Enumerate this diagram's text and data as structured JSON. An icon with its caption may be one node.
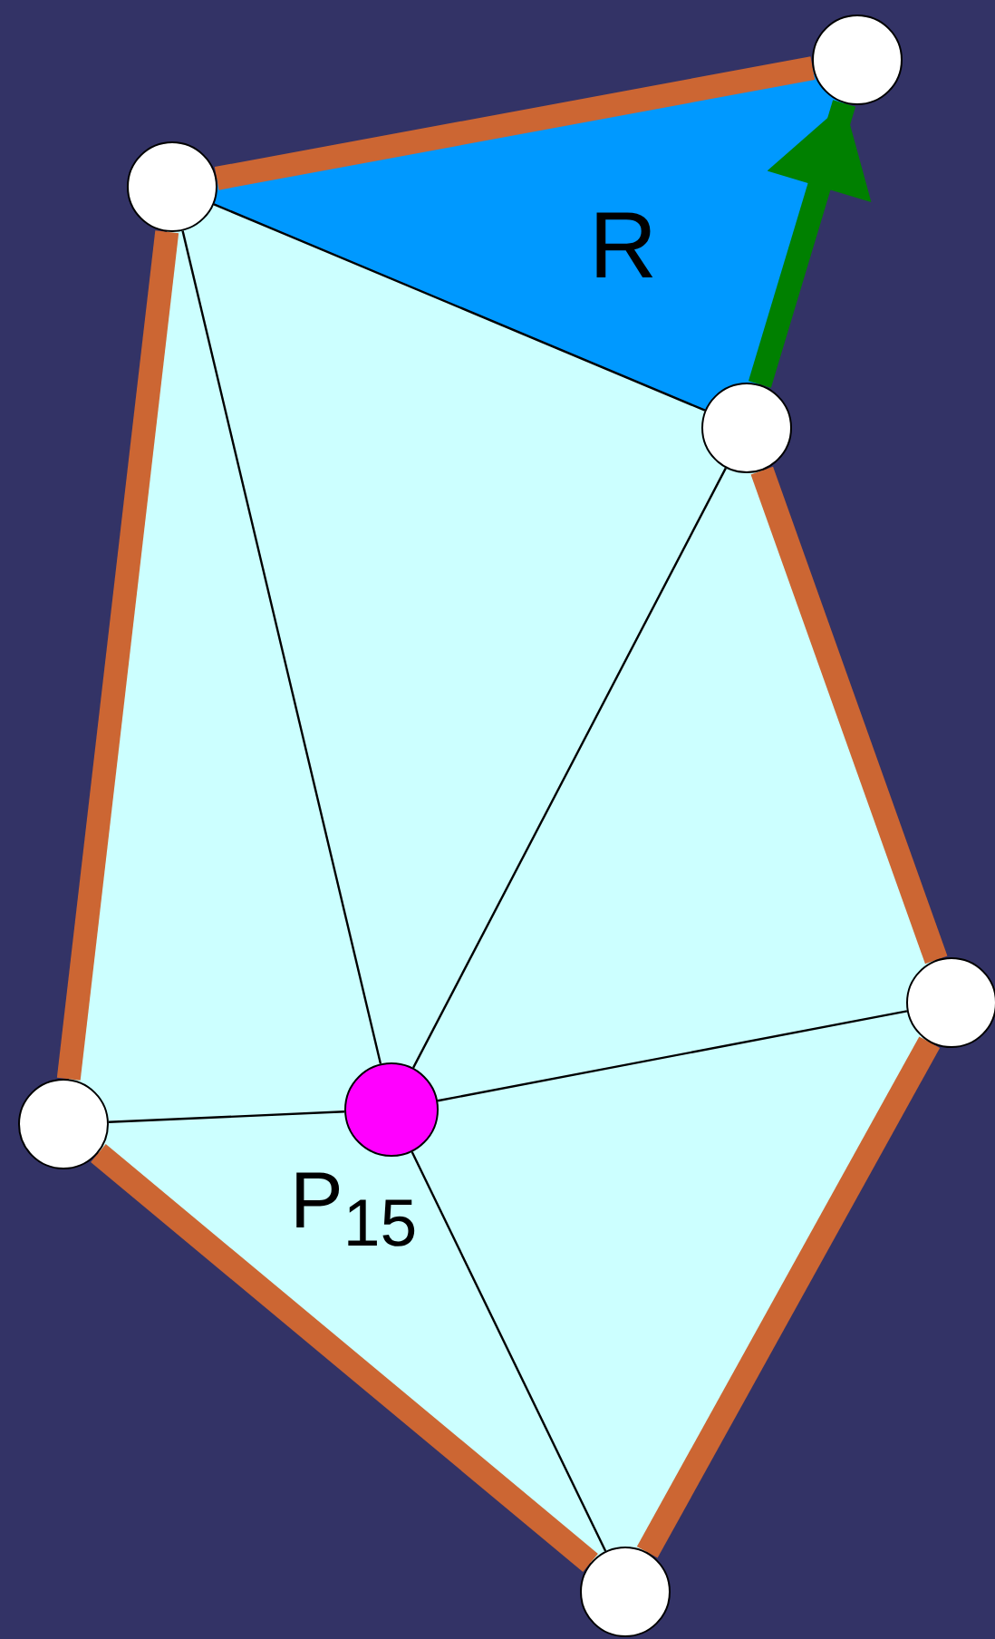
{
  "diagram": {
    "nodes": [
      {
        "text": [],
        "shape": "circle"
      },
      {
        "text": [],
        "shape": "circle"
      },
      {
        "text": [
          "R"
        ]
      },
      {
        "text": [],
        "shape": "circle"
      },
      {
        "text": [],
        "shape": "circle"
      },
      {
        "text": [],
        "shape": "circle"
      },
      {
        "text": [],
        "shape": "circle",
        "beside": [
          "P$_{15}$"
        ]
      },
      {
        "text": [],
        "shape": "circle"
      }
    ],
    "edges": [
      {
        "from": 1,
        "to": 0,
        "arrow": "none",
        "style": "thick",
        "color": "#cc6633"
      },
      {
        "from": 3,
        "to": 4,
        "arrow": "none",
        "style": "thick",
        "color": "#cc6633"
      },
      {
        "from": 4,
        "to": 7,
        "arrow": "none",
        "style": "thick",
        "color": "#cc6633"
      },
      {
        "from": 7,
        "to": 5,
        "arrow": "none",
        "style": "thick",
        "color": "#cc6633"
      },
      {
        "from": 5,
        "to": 1,
        "arrow": "none",
        "style": "thick",
        "color": "#cc6633"
      },
      {
        "from": 3,
        "to": 0,
        "arrow": "to",
        "style": "thick",
        "color": "#008000"
      },
      {
        "from": 1,
        "to": 3,
        "arrow": "none"
      },
      {
        "from": 1,
        "to": 6,
        "arrow": "none"
      },
      {
        "from": 3,
        "to": 6,
        "arrow": "none"
      },
      {
        "from": 6,
        "to": 4,
        "arrow": "none"
      },
      {
        "from": 6,
        "to": 5,
        "arrow": "none"
      },
      {
        "from": 6,
        "to": 7,
        "arrow": "none"
      }
    ]
  }
}
